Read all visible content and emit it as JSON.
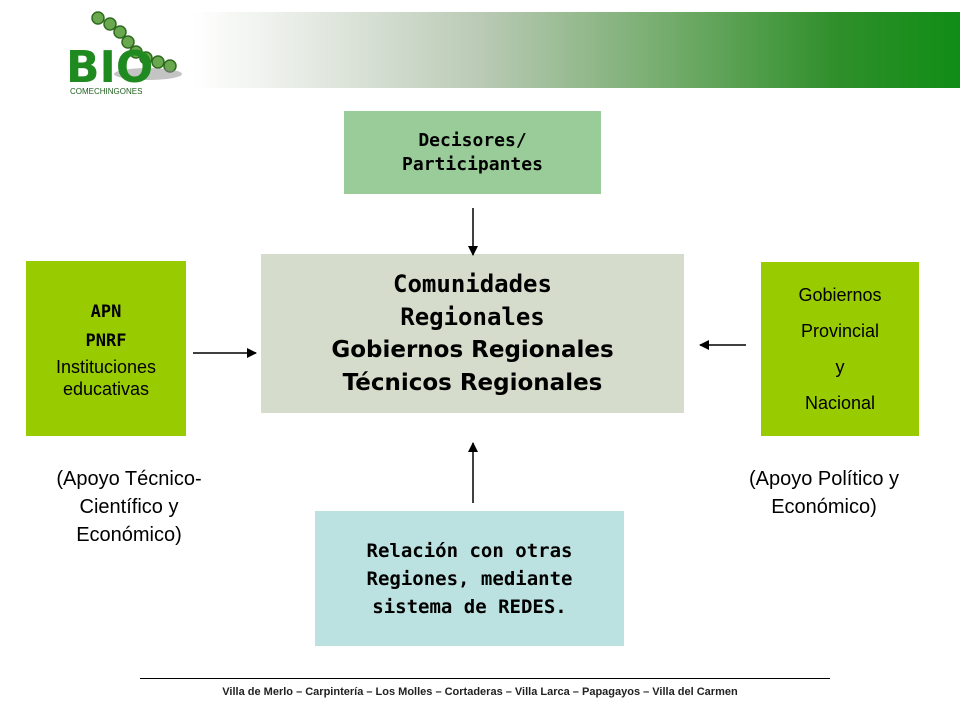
{
  "logo": {
    "text": "BIO",
    "subtitle": "COMECHINGONES",
    "color": "#1f8a1f"
  },
  "top_box": {
    "line1": "Decisores/",
    "line2": "Participantes"
  },
  "center_box": {
    "line1": "Comunidades",
    "line2": "Regionales",
    "line3": "Gobiernos Regionales",
    "line4": "Técnicos Regionales"
  },
  "left_box": {
    "line1": "APN",
    "line2": "PNRF",
    "line3": "Instituciones",
    "line4": "educativas"
  },
  "right_box": {
    "line1": "Gobiernos",
    "line2": "Provincial",
    "line3": "y",
    "line4": "Nacional"
  },
  "bottom_box": {
    "line1": "Relación con otras",
    "line2": "Regiones, mediante",
    "line3": "sistema de REDES."
  },
  "note_left": {
    "line1": "(Apoyo Técnico-",
    "line2": "Científico y",
    "line3": "Económico)"
  },
  "note_right": {
    "line1": "(Apoyo Político y",
    "line2": "Económico)"
  },
  "footer": {
    "text": "Villa de  Merlo – Carpintería – Los Molles – Cortaderas – Villa Larca – Papagayos – Villa del Carmen"
  },
  "colors": {
    "green_box": "#99cc00",
    "top_box": "#99cc99",
    "center_box": "#d6dccb",
    "bottom_box": "#bce1e1"
  }
}
